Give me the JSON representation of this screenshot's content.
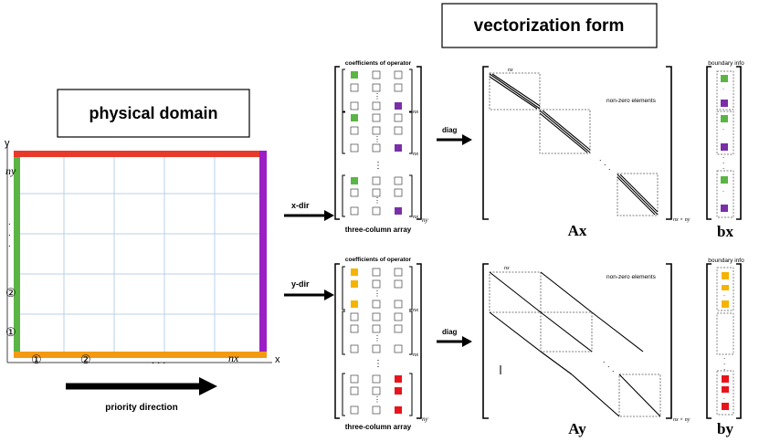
{
  "title": "vectorization form",
  "domain": {
    "label": "physical domain",
    "axis_y": "y",
    "axis_x": "x",
    "ny": "ny",
    "nx": "nx",
    "mark_1": "①",
    "mark_2": "②",
    "dots_h": ". . .",
    "priority": "priority direction",
    "colors": {
      "top": "#e8392a",
      "right": "#9b1fc4",
      "left": "#5bb544",
      "bottom": "#f39a12",
      "grid": "#b9d2e8"
    }
  },
  "top": {
    "coef_title": "coefficients of operator",
    "arrow_label": "x-dir",
    "sub_nx_1": "nx",
    "sub_nx_2": "nx",
    "sub_nx_3": "nx",
    "sub_ny": "ny",
    "array_caption": "three-column array",
    "diag_label": "diag",
    "matrix_nx": "nx",
    "nonzero": "non-zero elements",
    "matrix_size": "nx × ny",
    "matrix_name": "Ax",
    "boundary_title": "boundary info",
    "vector_name": "bx"
  },
  "bottom": {
    "coef_title": "coefficients of operator",
    "arrow_label": "y-dir",
    "sub_nx_1": "nx",
    "sub_nx_2": "nx",
    "sub_ny": "ny",
    "array_caption": "three-column array",
    "diag_label": "diag",
    "matrix_nx": "nx",
    "nonzero": "non-zero elements",
    "matrix_size": "nx × ny",
    "matrix_name": "Ay",
    "boundary_title": "boundary info",
    "vector_name": "by"
  },
  "colors": {
    "green": "#5bb544",
    "purple": "#7a2fa8",
    "orange": "#f5b400",
    "red": "#e8141c"
  }
}
